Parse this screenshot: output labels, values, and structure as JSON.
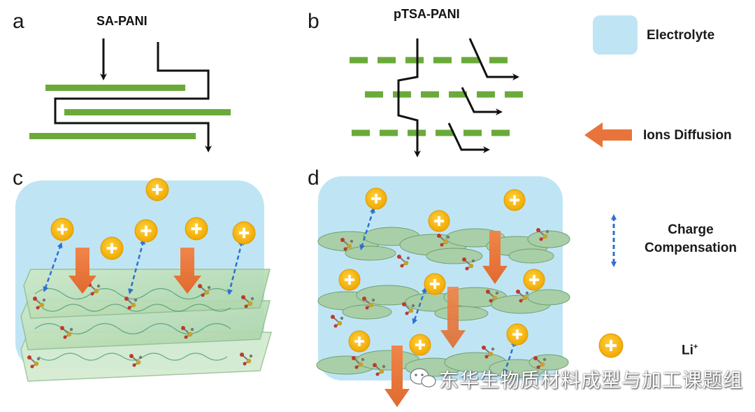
{
  "panels": {
    "a": {
      "letter": "a",
      "title": "SA-PANI"
    },
    "b": {
      "letter": "b",
      "title": "pTSA-PANI"
    },
    "c": {
      "letter": "c"
    },
    "d": {
      "letter": "d"
    }
  },
  "legend": {
    "electrolyte": "Electrolyte",
    "ions_diffusion": "Ions Diffusion",
    "charge_line1": "Charge",
    "charge_line2": "Compensation",
    "li_label": "Li",
    "li_superscript": "+"
  },
  "watermark": {
    "text": "东华生物质材料成型与加工课题组"
  },
  "colors": {
    "green_bar": "#6aaa3a",
    "electrolyte": "#bfe5f5",
    "arrow_orange": "#e8743b",
    "ion_yellow": "#f5b400",
    "dashed_blue": "#2f6fcf"
  },
  "icons": {
    "li_ion": "plus-circle-icon",
    "charge_compensation": "double-arrow-dashed-icon",
    "ions_diffusion": "arrow-left-icon",
    "watermark_logo": "wechat-icon"
  }
}
